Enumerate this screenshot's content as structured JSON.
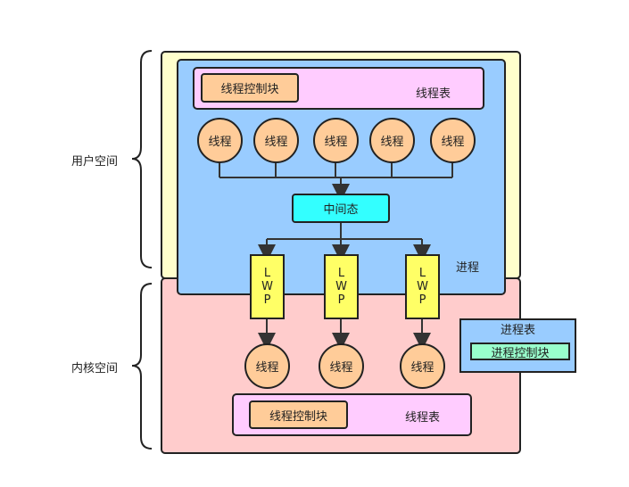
{
  "labels": {
    "user_space": "用户空间",
    "kernel_space": "内核空间",
    "process": "进程"
  },
  "user_thread_table": {
    "label": "线程表",
    "block": "线程控制块"
  },
  "user_threads": [
    "线程",
    "线程",
    "线程",
    "线程",
    "线程"
  ],
  "intermediate_state": "中间态",
  "lwps": [
    {
      "l": "L",
      "w": "W",
      "p": "P"
    },
    {
      "l": "L",
      "w": "W",
      "p": "P"
    },
    {
      "l": "L",
      "w": "W",
      "p": "P"
    }
  ],
  "kernel_threads": [
    "线程",
    "线程",
    "线程"
  ],
  "kernel_thread_table": {
    "label": "线程表",
    "block": "线程控制块"
  },
  "process_table": {
    "label": "进程表",
    "block": "进程控制块"
  },
  "colors": {
    "user_space": "#ffffcc",
    "kernel_space": "#ffcccc",
    "process": "#99ccff",
    "thread_table": "#ffccff",
    "control_block": "#ffcc99",
    "thread": "#ffcc99",
    "intermediate": "#33ffff",
    "lwp": "#ffff66",
    "process_block": "#99ffcc"
  }
}
